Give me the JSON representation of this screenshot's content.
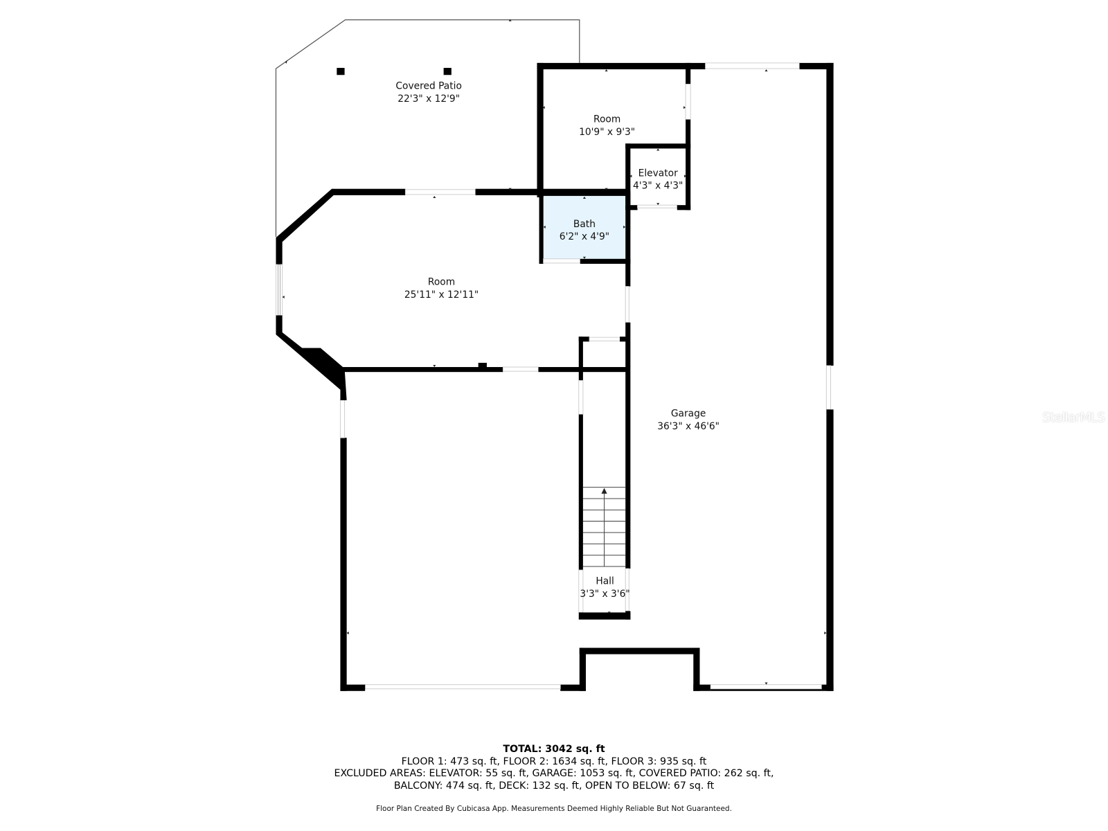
{
  "rooms": [
    {
      "id": "covered-patio",
      "name": "Covered Patio",
      "dims": "22'3\" x 12'9\""
    },
    {
      "id": "room-upper",
      "name": "Room",
      "dims": "10'9\" x 9'3\""
    },
    {
      "id": "elevator",
      "name": "Elevator",
      "dims": "4'3\" x 4'3\""
    },
    {
      "id": "bath",
      "name": "Bath",
      "dims": "6'2\" x 4'9\""
    },
    {
      "id": "room-main",
      "name": "Room",
      "dims": "25'11\" x 12'11\""
    },
    {
      "id": "garage",
      "name": "Garage",
      "dims": "36'3\" x 46'6\""
    },
    {
      "id": "hall",
      "name": "Hall",
      "dims": "3'3\" x 3'6\""
    }
  ],
  "colors": {
    "wall": "#000000",
    "bath_fill": "#e6f4fd",
    "background": "#ffffff"
  },
  "summary": {
    "total": "TOTAL: 3042 sq. ft",
    "floors": "FLOOR 1: 473 sq. ft, FLOOR 2: 1634 sq. ft, FLOOR 3: 935 sq. ft",
    "excluded_1": "EXCLUDED AREAS: ELEVATOR: 55 sq. ft, GARAGE: 1053 sq. ft, COVERED PATIO: 262 sq. ft,",
    "excluded_2": "BALCONY: 474 sq. ft, DECK: 132 sq. ft, OPEN TO BELOW: 67 sq. ft"
  },
  "credit": "Floor Plan Created By Cubicasa App. Measurements Deemed Highly Reliable But Not Guaranteed.",
  "watermark": "StellarMLS"
}
